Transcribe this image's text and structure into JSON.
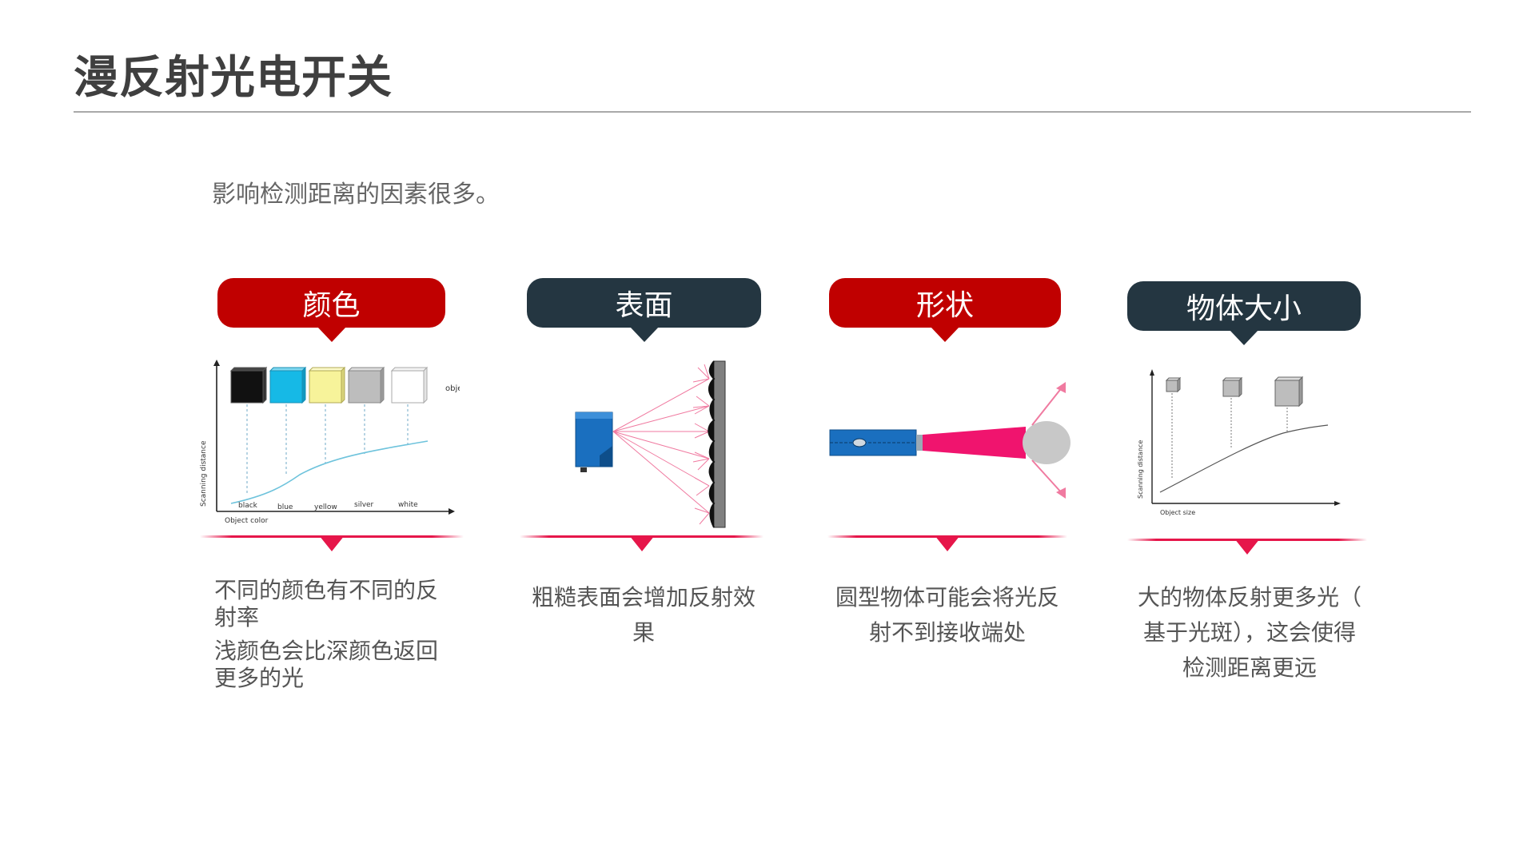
{
  "page": {
    "title": "漫反射光电开关",
    "subtitle": "影响检测距离的因素很多。"
  },
  "factors": [
    {
      "label": "颜色",
      "color": "#c00000",
      "descriptions": [
        "不同的颜色有不同的反射率",
        "浅颜色会比深颜色返回更多的光"
      ],
      "chart": {
        "ylabel": "Scanning distance",
        "xlabel": "Object color",
        "object_label": "object",
        "categories": [
          "black",
          "blue",
          "yellow",
          "silver",
          "white"
        ],
        "cube_colors": [
          "#111111",
          "#16b9e6",
          "#f7f39a",
          "#bdbdbd",
          "#ffffff"
        ]
      }
    },
    {
      "label": "表面",
      "color": "#243641",
      "descriptions": [
        "粗糙表面会增加反射效果"
      ]
    },
    {
      "label": "形状",
      "color": "#c00000",
      "descriptions": [
        "圆型物体可能会将光反射不到接收端处"
      ]
    },
    {
      "label": "物体大小",
      "color": "#243641",
      "descriptions": [
        "大的物体反射更多光（ 基于光斑），这会使得检测距离更远"
      ],
      "chart": {
        "ylabel": "Scanning distance",
        "xlabel": "Object size"
      }
    }
  ],
  "colors": {
    "accent_red": "#c00000",
    "accent_dark": "#243641",
    "divider_pink": "#e6164a",
    "sensor_blue": "#1a6fbf",
    "beam_pink": "#f0146e"
  }
}
